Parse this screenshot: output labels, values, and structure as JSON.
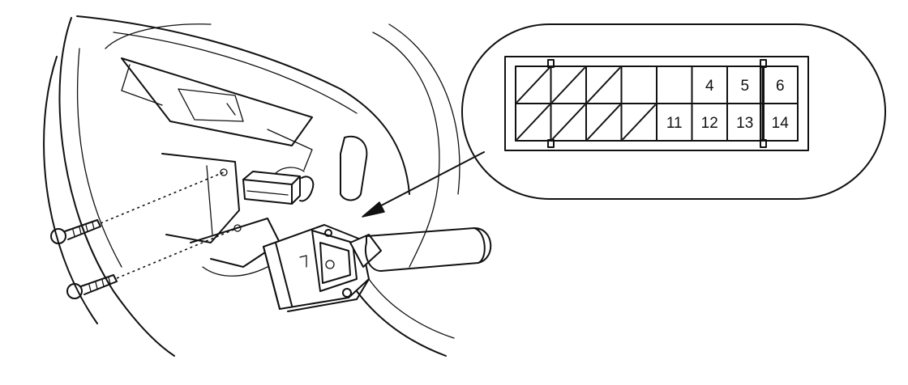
{
  "connector": {
    "top_row": [
      {
        "pin": "",
        "hatched": true
      },
      {
        "pin": "",
        "hatched": true
      },
      {
        "pin": "",
        "hatched": true
      },
      {
        "pin": "",
        "hatched": false
      },
      {
        "pin": "",
        "hatched": false
      },
      {
        "pin": "4",
        "hatched": false
      },
      {
        "pin": "5",
        "hatched": false
      },
      {
        "pin": "6",
        "hatched": false
      }
    ],
    "bottom_row": [
      {
        "pin": "",
        "hatched": true
      },
      {
        "pin": "",
        "hatched": true
      },
      {
        "pin": "",
        "hatched": true
      },
      {
        "pin": "",
        "hatched": true
      },
      {
        "pin": "11",
        "hatched": false
      },
      {
        "pin": "12",
        "hatched": false
      },
      {
        "pin": "13",
        "hatched": false
      },
      {
        "pin": "14",
        "hatched": false
      }
    ]
  }
}
